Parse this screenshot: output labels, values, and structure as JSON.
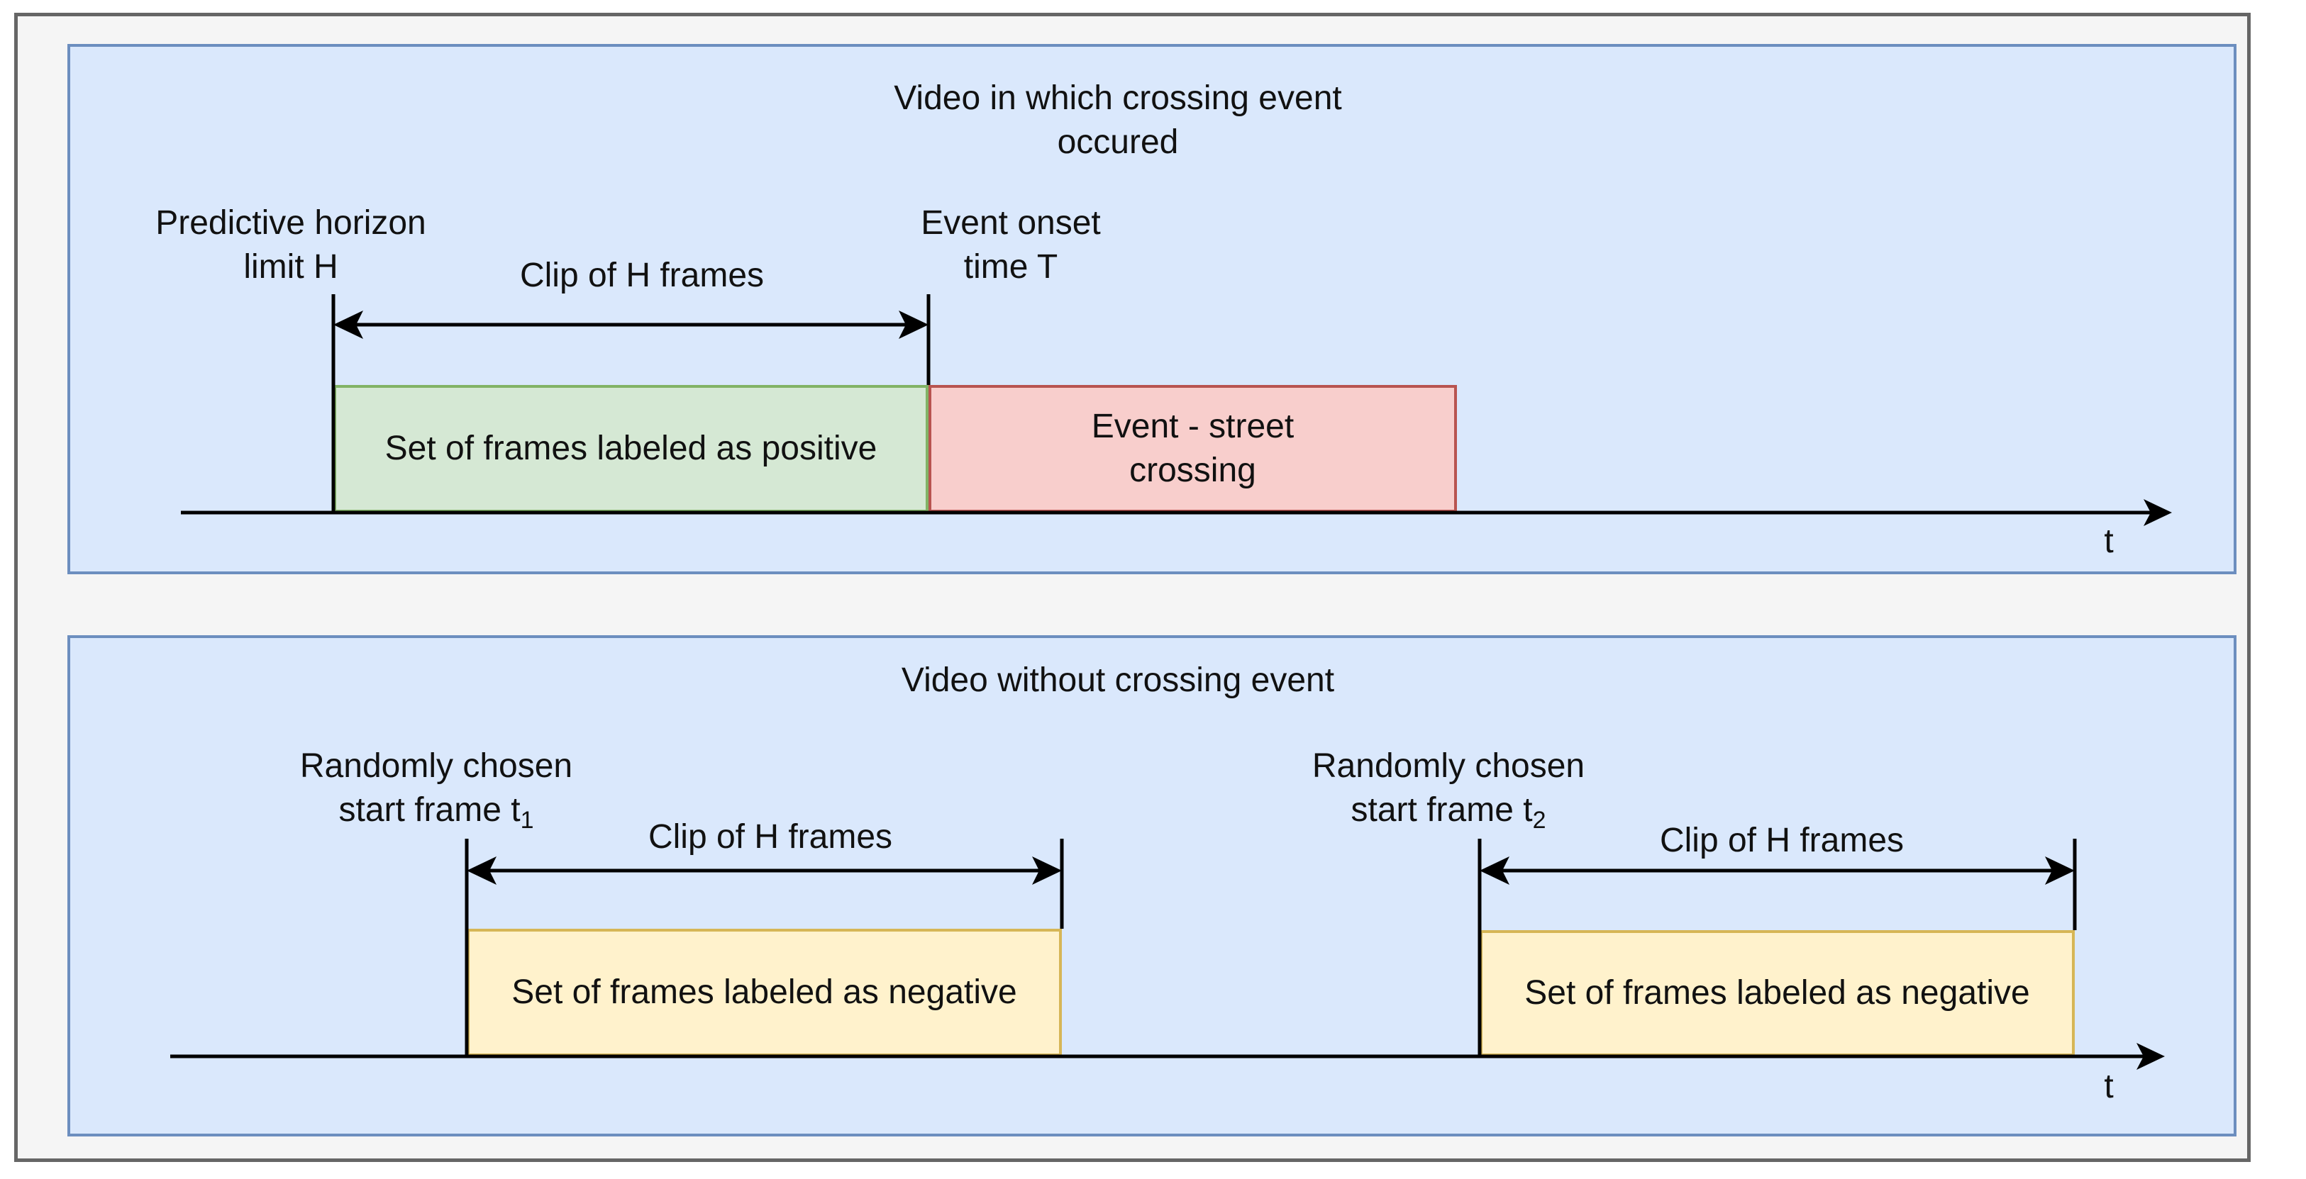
{
  "top_panel": {
    "title": "Video in which crossing event occured",
    "horizon_label": "Predictive horizon limit H",
    "clip_label": "Clip of H frames",
    "onset_label": "Event onset time T",
    "positive_box": "Set of frames labeled as positive",
    "event_box": "Event - street crossing",
    "axis_label": "t"
  },
  "bottom_panel": {
    "title": "Video without crossing event",
    "start1_label": "Randomly chosen start frame t",
    "start1_sub": "1",
    "start2_label": "Randomly chosen start frame t",
    "start2_sub": "2",
    "clip_label_1": "Clip of H frames",
    "clip_label_2": "Clip of H frames",
    "negative_box_1": "Set of frames labeled as negative",
    "negative_box_2": "Set of frames labeled as negative",
    "axis_label": "t"
  },
  "colors": {
    "panel_fill": "#dae8fc",
    "panel_border": "#6c8ebf",
    "positive_fill": "#d5e8d4",
    "event_fill": "#f8cecc",
    "negative_fill": "#fff2cc"
  }
}
